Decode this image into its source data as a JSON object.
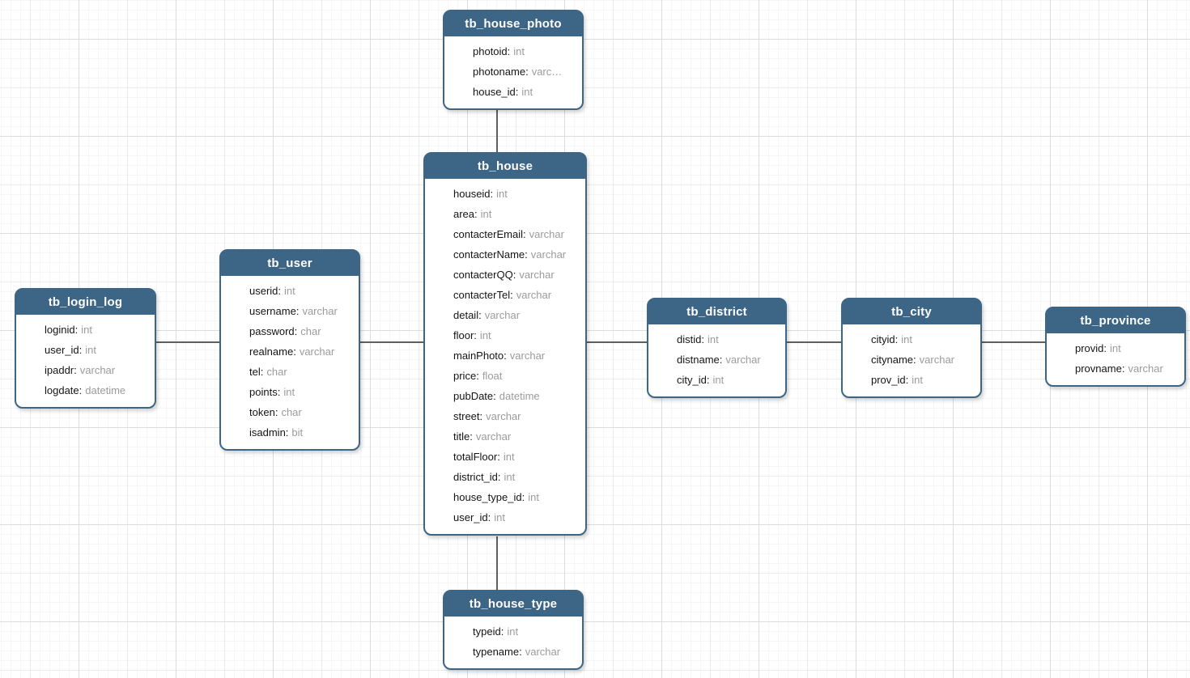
{
  "diagram": {
    "kind": "database-er-diagram",
    "theme": {
      "header_color": "#3d6586",
      "header_text_color": "#ffffff",
      "field_name_color": "#141414",
      "field_type_color": "#9b9b9b",
      "connector_color": "#5f5f5f",
      "grid_major_color": "#dcdcdc",
      "grid_medium_color": "#ebebeb",
      "grid_minor_color": "#f6f6f6"
    }
  },
  "tables": [
    {
      "title": "tb_house_photo",
      "fields": [
        {
          "name": "photoid",
          "type": "int"
        },
        {
          "name": "photoname",
          "type": "varc…"
        },
        {
          "name": "house_id",
          "type": "int"
        }
      ]
    },
    {
      "title": "tb_house",
      "fields": [
        {
          "name": "houseid",
          "type": "int"
        },
        {
          "name": "area",
          "type": "int"
        },
        {
          "name": "contacterEmail",
          "type": "varchar"
        },
        {
          "name": "contacterName",
          "type": "varchar"
        },
        {
          "name": "contacterQQ",
          "type": "varchar"
        },
        {
          "name": "contacterTel",
          "type": "varchar"
        },
        {
          "name": "detail",
          "type": "varchar"
        },
        {
          "name": "floor",
          "type": "int"
        },
        {
          "name": "mainPhoto",
          "type": "varchar"
        },
        {
          "name": "price",
          "type": "float"
        },
        {
          "name": "pubDate",
          "type": "datetime"
        },
        {
          "name": "street",
          "type": "varchar"
        },
        {
          "name": "title",
          "type": "varchar"
        },
        {
          "name": "totalFloor",
          "type": "int"
        },
        {
          "name": "district_id",
          "type": "int"
        },
        {
          "name": "house_type_id",
          "type": "int"
        },
        {
          "name": "user_id",
          "type": "int"
        }
      ]
    },
    {
      "title": "tb_user",
      "fields": [
        {
          "name": "userid",
          "type": "int"
        },
        {
          "name": "username",
          "type": "varchar"
        },
        {
          "name": "password",
          "type": "char"
        },
        {
          "name": "realname",
          "type": "varchar"
        },
        {
          "name": "tel",
          "type": "char"
        },
        {
          "name": "points",
          "type": "int"
        },
        {
          "name": "token",
          "type": "char"
        },
        {
          "name": "isadmin",
          "type": "bit"
        }
      ]
    },
    {
      "title": "tb_login_log",
      "fields": [
        {
          "name": "loginid",
          "type": "int"
        },
        {
          "name": "user_id",
          "type": "int"
        },
        {
          "name": "ipaddr",
          "type": "varchar"
        },
        {
          "name": "logdate",
          "type": "datetime"
        }
      ]
    },
    {
      "title": "tb_district",
      "fields": [
        {
          "name": "distid",
          "type": "int"
        },
        {
          "name": "distname",
          "type": "varchar"
        },
        {
          "name": "city_id",
          "type": "int"
        }
      ]
    },
    {
      "title": "tb_city",
      "fields": [
        {
          "name": "cityid",
          "type": "int"
        },
        {
          "name": "cityname",
          "type": "varchar"
        },
        {
          "name": "prov_id",
          "type": "int"
        }
      ]
    },
    {
      "title": "tb_province",
      "fields": [
        {
          "name": "provid",
          "type": "int"
        },
        {
          "name": "provname",
          "type": "varchar"
        }
      ]
    },
    {
      "title": "tb_house_type",
      "fields": [
        {
          "name": "typeid",
          "type": "int"
        },
        {
          "name": "typename",
          "type": "varchar"
        }
      ]
    }
  ],
  "relationships": [
    {
      "from": "tb_house_photo",
      "to": "tb_house"
    },
    {
      "from": "tb_house",
      "to": "tb_house_type"
    },
    {
      "from": "tb_login_log",
      "to": "tb_user"
    },
    {
      "from": "tb_user",
      "to": "tb_house"
    },
    {
      "from": "tb_house",
      "to": "tb_district"
    },
    {
      "from": "tb_district",
      "to": "tb_city"
    },
    {
      "from": "tb_city",
      "to": "tb_province"
    }
  ]
}
